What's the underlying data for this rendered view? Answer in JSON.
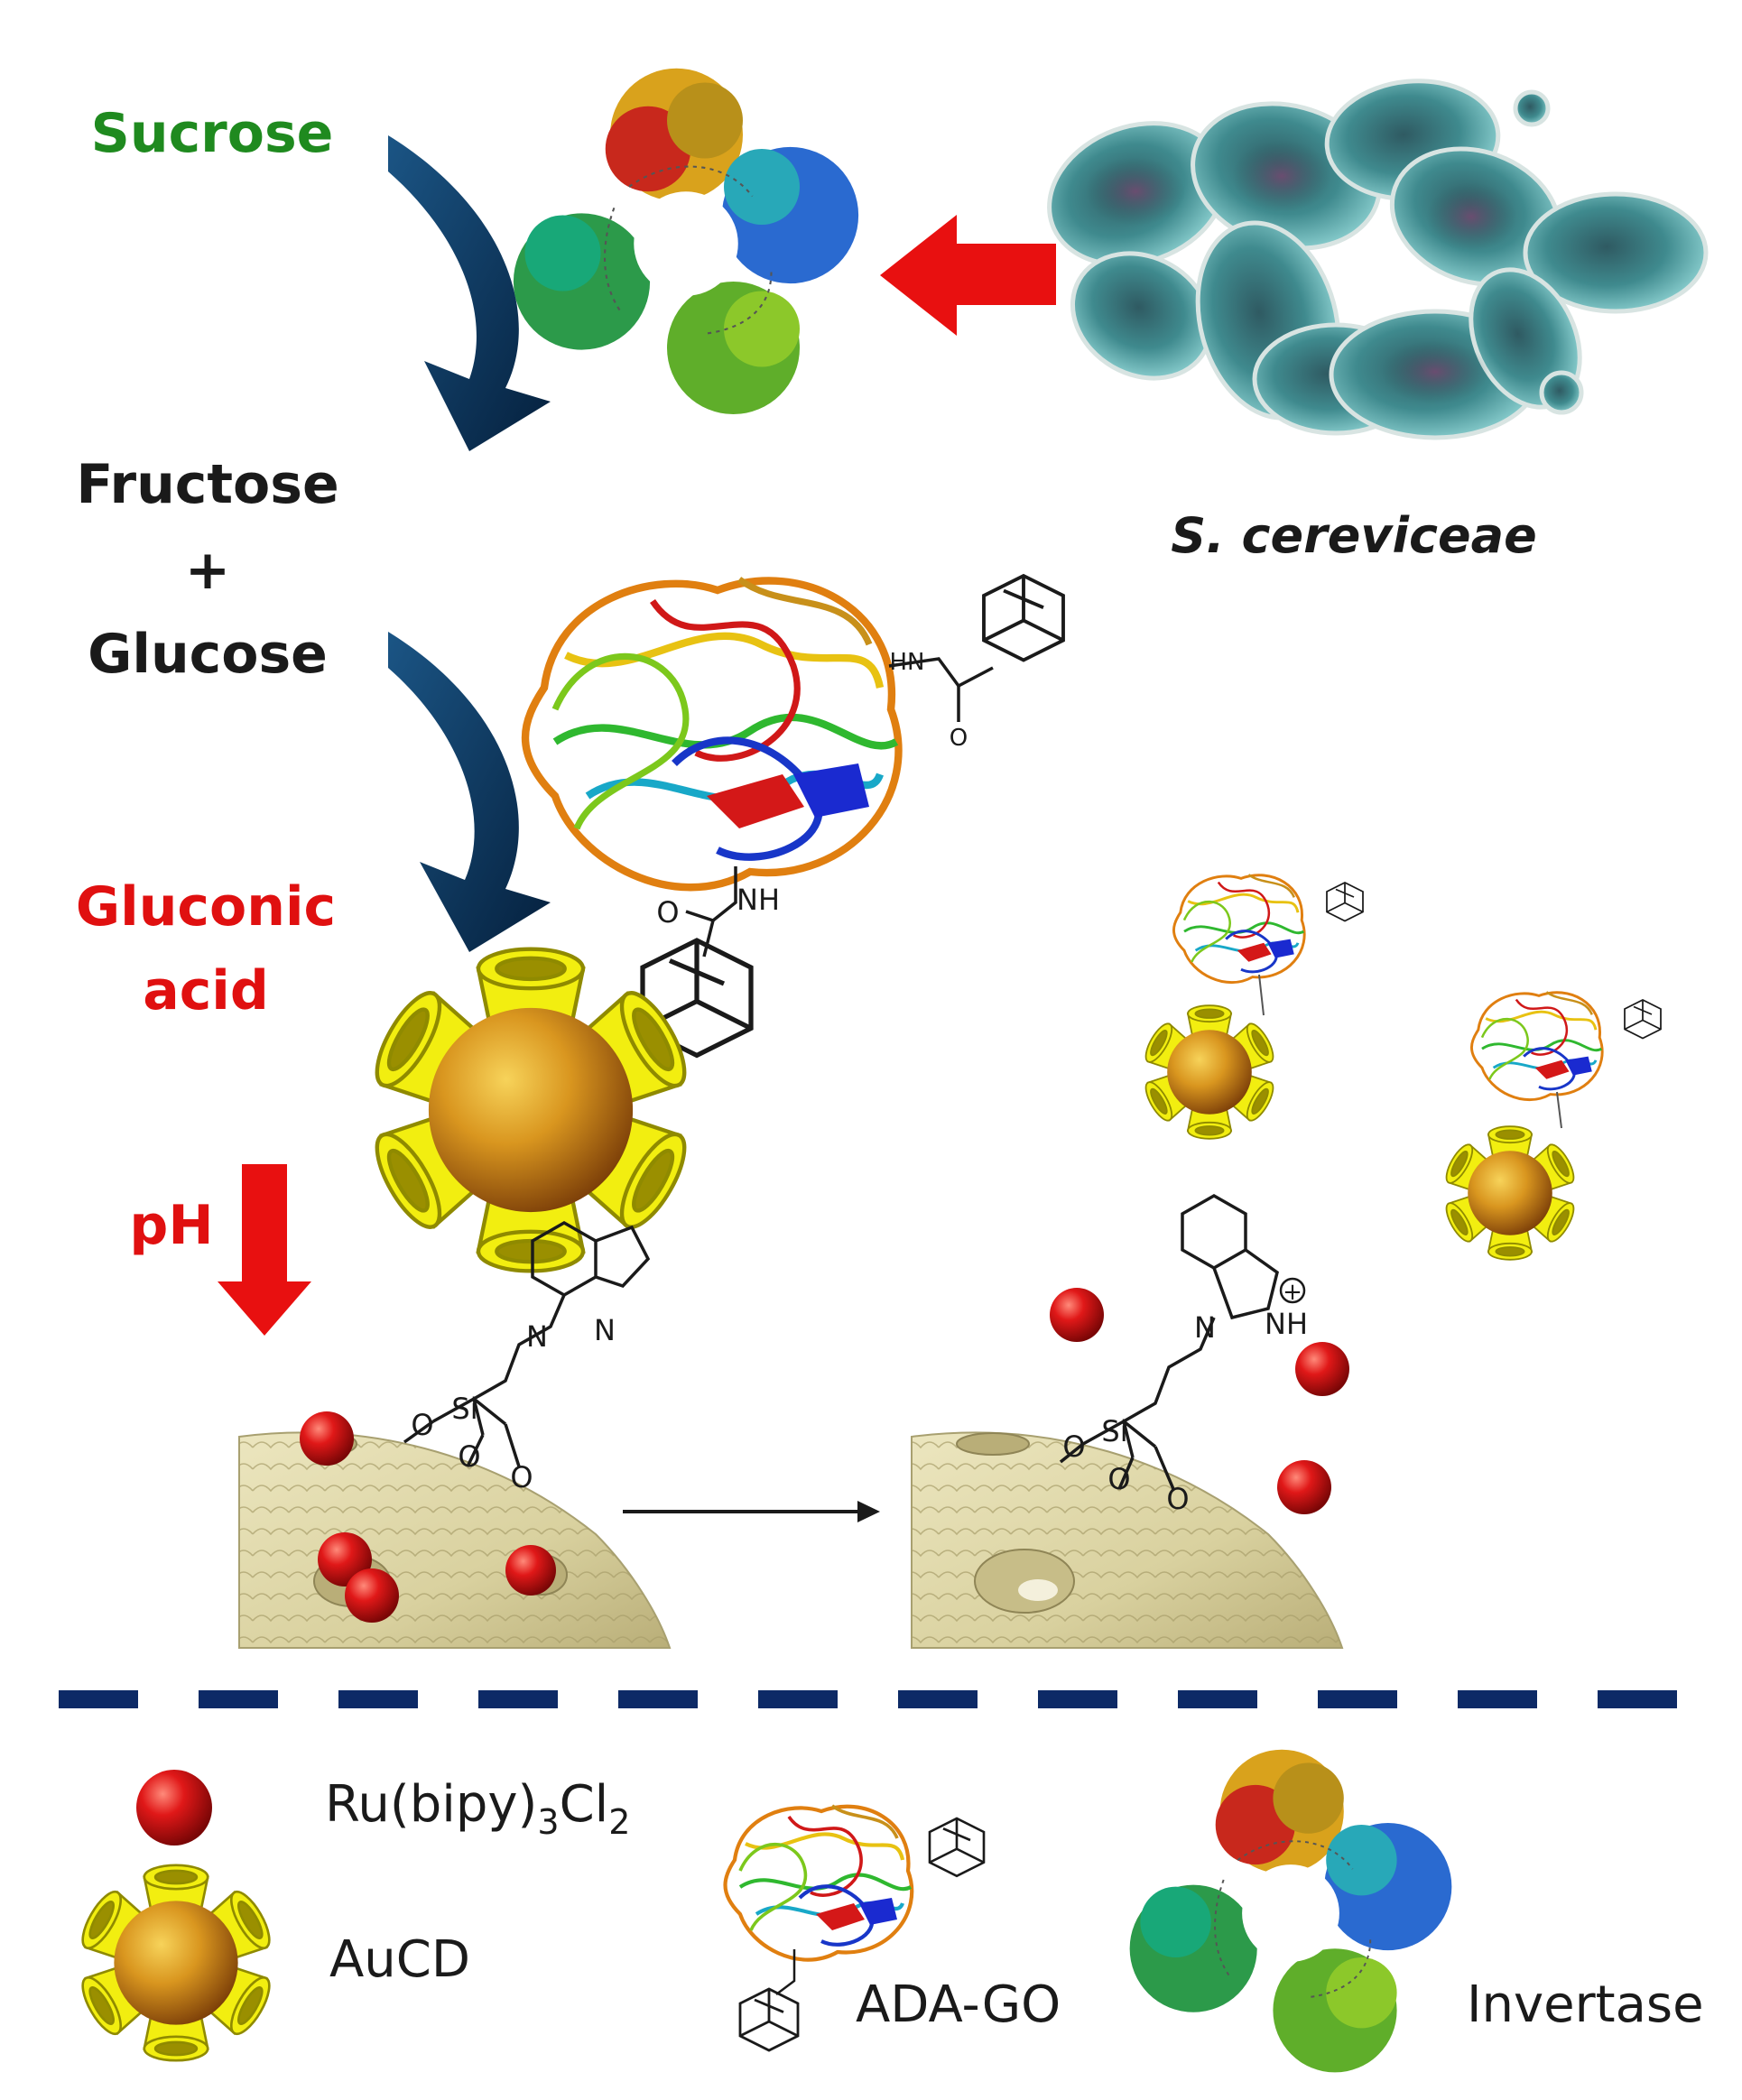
{
  "labels": {
    "sucrose": "Sucrose",
    "fructose": "Fructose",
    "plus": "+",
    "glucose": "Glucose",
    "gluconic_line1": "Gluconic",
    "gluconic_line2": "acid",
    "ph": "pH",
    "organism": "S. cereviceae"
  },
  "chem": {
    "hn": "HN",
    "o": "O",
    "nh": "NH",
    "n": "N",
    "si": "Si",
    "nh_plus": "NH",
    "plus_charge": "+"
  },
  "legend": {
    "ru_main": "Ru(bipy)",
    "ru_sub1": "3",
    "ru_cl": "Cl",
    "ru_sub2": "2",
    "aucd": "AuCD",
    "adago": "ADA-GO",
    "invertase": "Invertase"
  },
  "colors": {
    "sucrose": "#1f8a1f",
    "gluconic": "#e01010",
    "ph": "#e01010",
    "text": "#1a1a1a",
    "dash": "#0d2a66",
    "curved_arrow": "#0f3a66",
    "red_arrow": "#e81010",
    "silica": "#ddd6a8",
    "ruthenium": "#d01010",
    "gold": "#c8861a",
    "cyclodextrin": "#f2ee10"
  }
}
